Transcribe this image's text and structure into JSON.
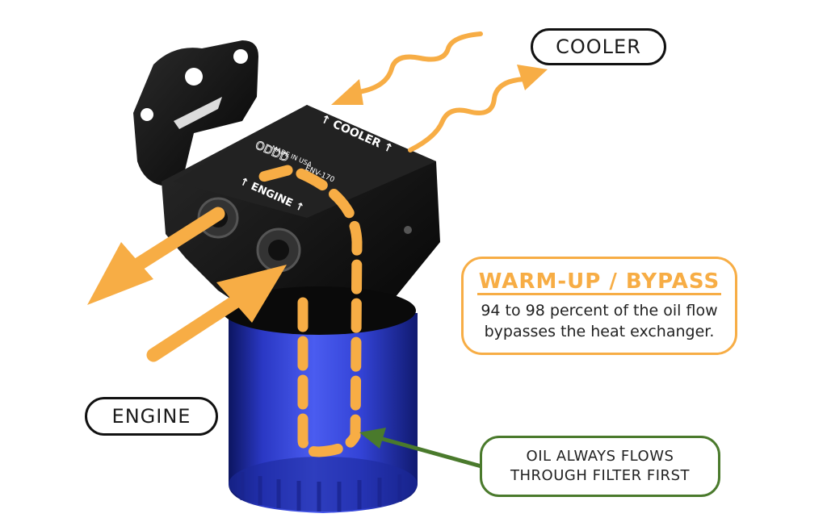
{
  "labels": {
    "cooler": "COOLER",
    "engine": "ENGINE"
  },
  "bypass": {
    "title": "WARM-UP / BYPASS",
    "line1": "94 to 98 percent of the oil flow",
    "line2": "bypasses the heat exchanger."
  },
  "filter_note": {
    "line1": "OIL ALWAYS FLOWS",
    "line2": "THROUGH FILTER FIRST"
  },
  "housing_text": {
    "port_cooler": "↑ COOLER ↑",
    "port_engine": "↑ ENGINE ↑",
    "made_in": "MADE IN USA",
    "part_no": "ENV-170",
    "brand": "ODDD"
  },
  "colors": {
    "flow_arrow": "#f7ad45",
    "filter_arrow": "#4a7a2c",
    "filter_body": "#2a38c4",
    "housing": "#111111"
  }
}
